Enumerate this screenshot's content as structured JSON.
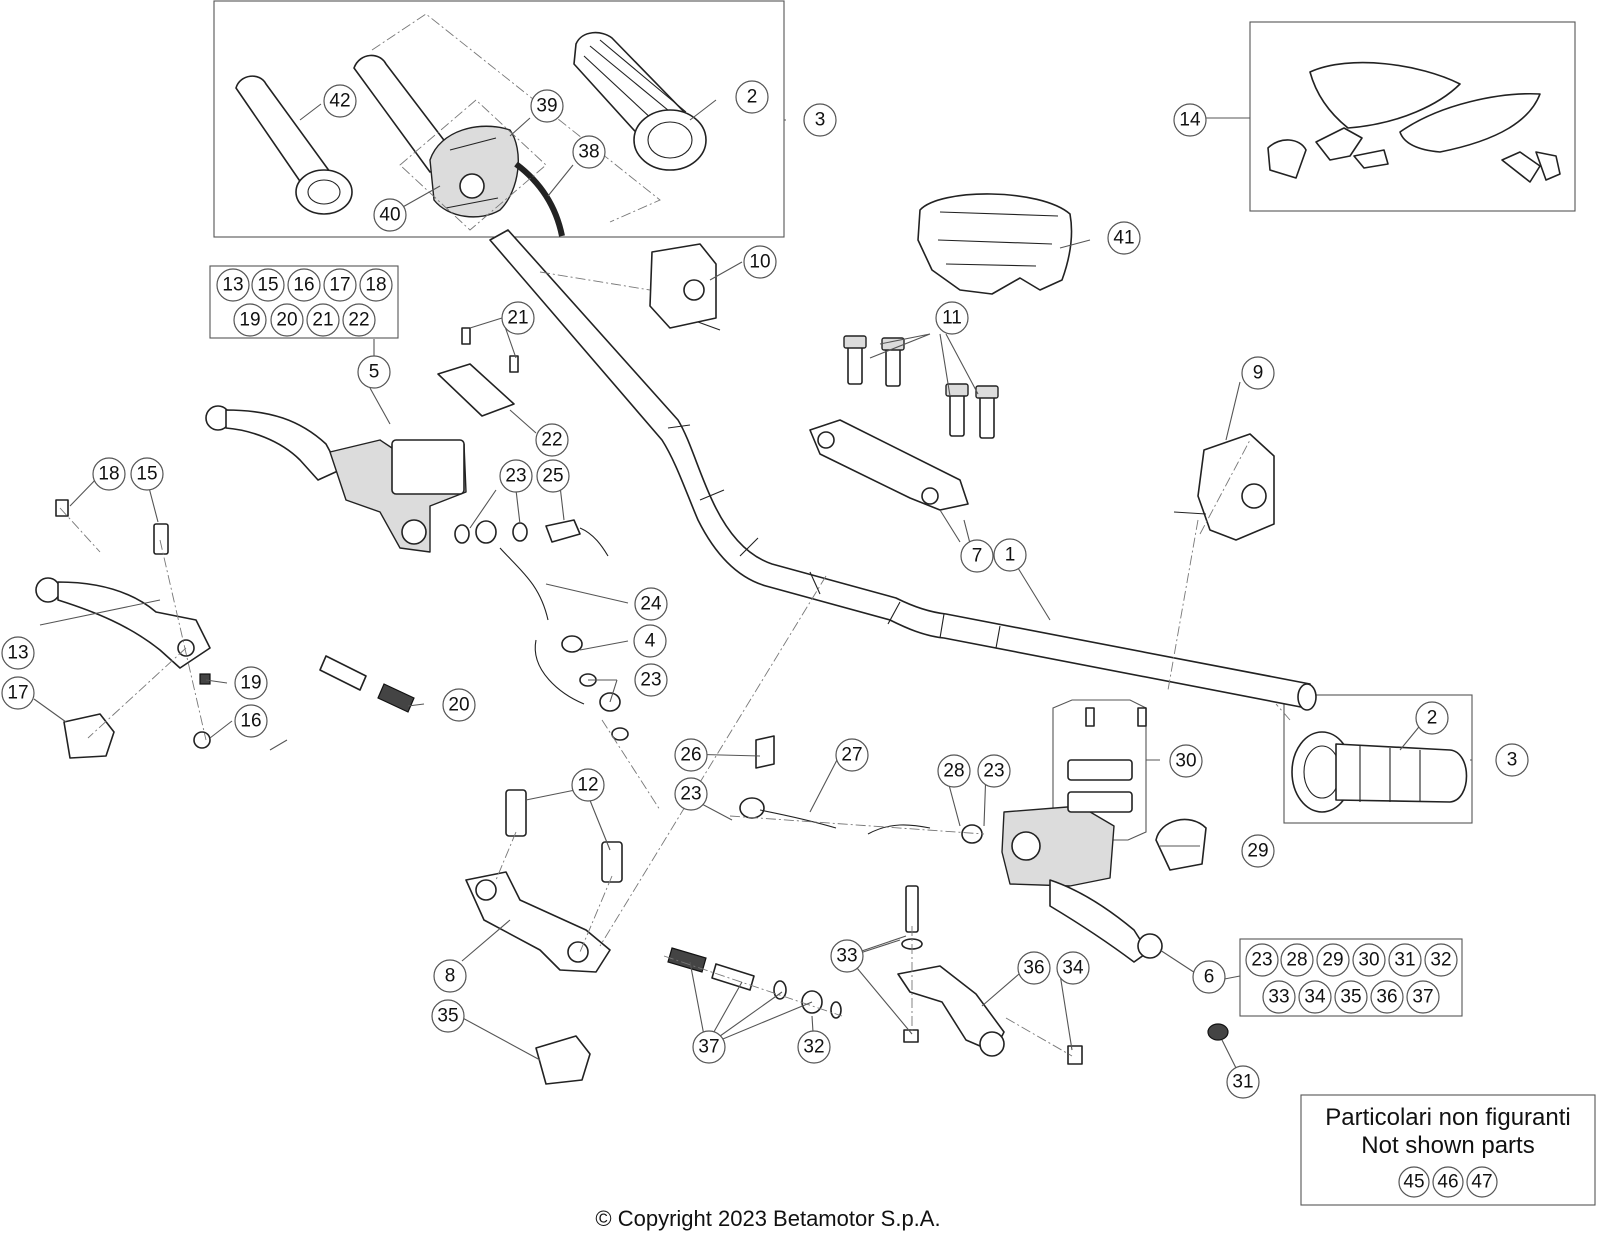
{
  "diagram": {
    "note": {
      "line1": "Particolari non figuranti",
      "line2": "Not shown parts",
      "refs": [
        "45",
        "46",
        "47"
      ]
    },
    "copyright": "© Copyright 2023 Betamotor S.p.A.",
    "kit_5_refs": [
      "13",
      "15",
      "16",
      "17",
      "18",
      "19",
      "20",
      "21",
      "22"
    ],
    "kit_6_refs": [
      "23",
      "28",
      "29",
      "30",
      "31",
      "32",
      "33",
      "34",
      "35",
      "36",
      "37"
    ],
    "callouts": [
      "1",
      "2",
      "3",
      "4",
      "5",
      "6",
      "7",
      "8",
      "9",
      "10",
      "11",
      "12",
      "13",
      "14",
      "15",
      "16",
      "17",
      "18",
      "19",
      "20",
      "21",
      "22",
      "23",
      "24",
      "25",
      "26",
      "27",
      "28",
      "29",
      "30",
      "31",
      "32",
      "33",
      "34",
      "35",
      "36",
      "37",
      "38",
      "39",
      "40",
      "41",
      "42"
    ]
  }
}
